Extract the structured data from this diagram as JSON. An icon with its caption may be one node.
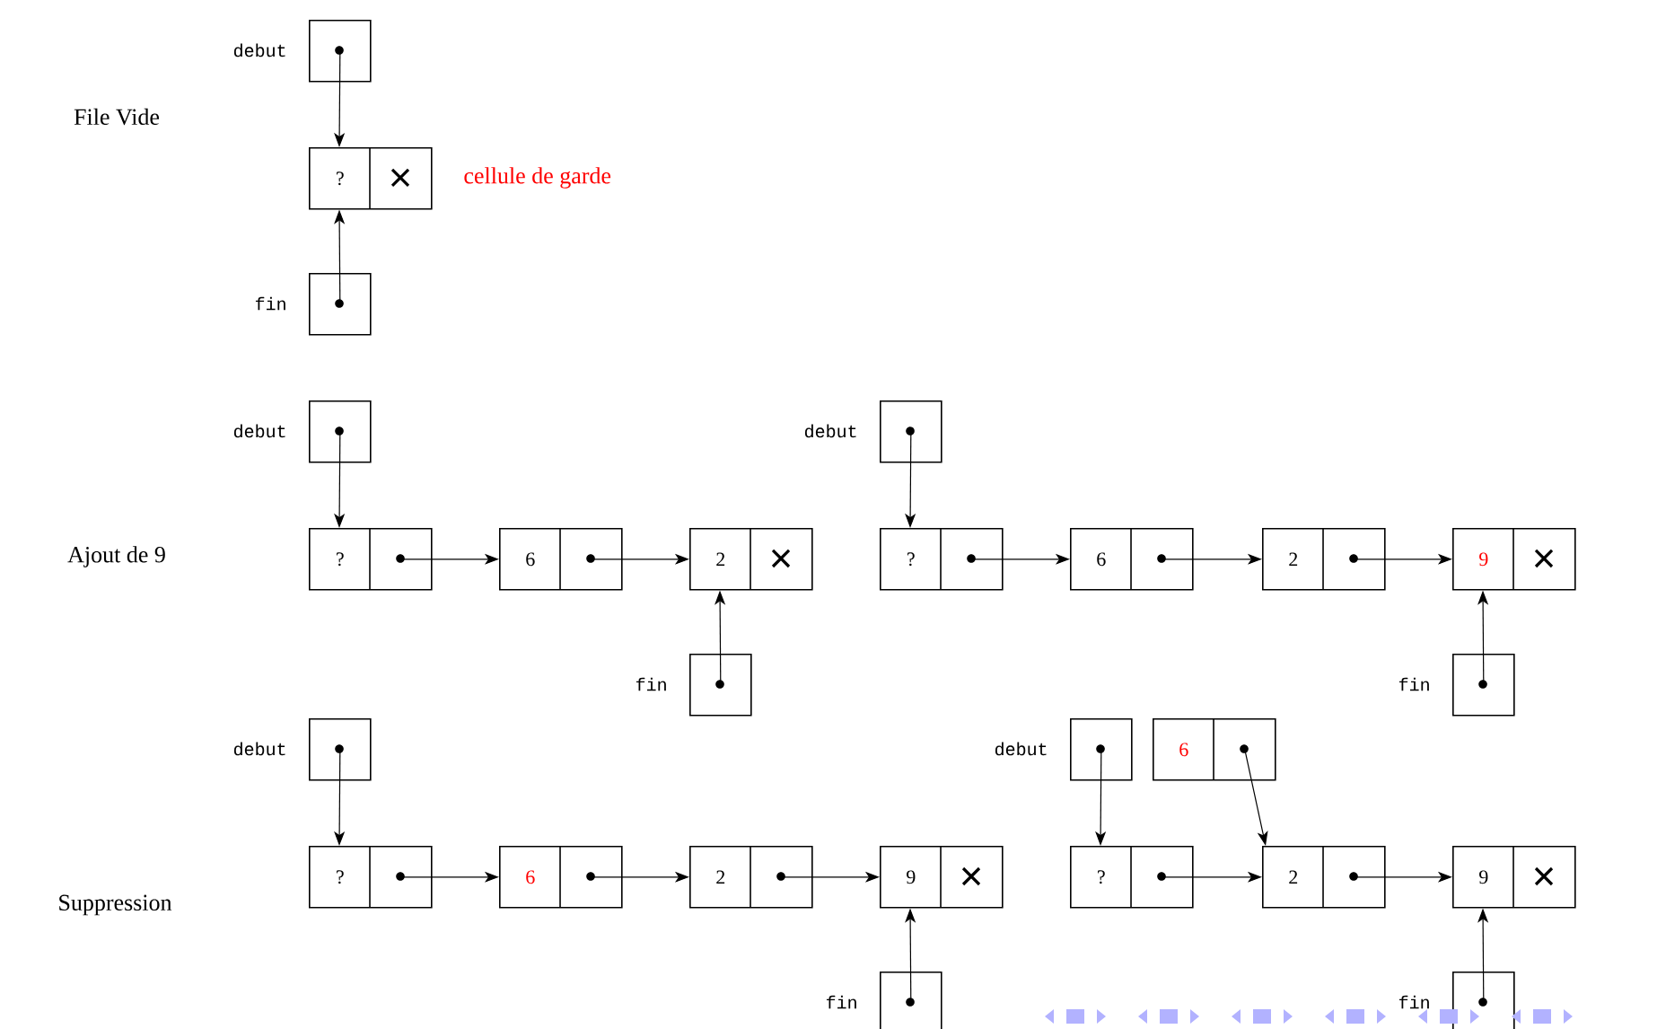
{
  "diagram": {
    "nodes": [
      {
        "text": [],
        "shape": "box",
        "beside": [
          "debut"
        ]
      },
      {
        "text": [
          "?"
        ],
        "beside": [
          "cellule de garde"
        ]
      },
      {
        "text": [],
        "shape": "box",
        "beside": [
          "fin"
        ]
      },
      {
        "text": [],
        "shape": "box",
        "beside": [
          "debut"
        ]
      },
      {
        "text": [
          "?"
        ]
      },
      {
        "text": [
          "6"
        ]
      },
      {
        "text": [
          "2"
        ]
      },
      {
        "text": [],
        "shape": "box",
        "beside": [
          "fin"
        ]
      },
      {
        "text": [],
        "shape": "box",
        "beside": [
          "debut"
        ]
      },
      {
        "text": [
          "?"
        ]
      },
      {
        "text": [
          "6"
        ]
      },
      {
        "text": [
          "2"
        ]
      },
      {
        "text": [
          "9"
        ]
      },
      {
        "text": [],
        "shape": "box",
        "beside": [
          "fin"
        ]
      },
      {
        "text": [],
        "shape": "box",
        "beside": [
          "debut"
        ]
      },
      {
        "text": [
          "?"
        ]
      },
      {
        "text": [
          "6"
        ]
      },
      {
        "text": [
          "2"
        ]
      },
      {
        "text": [
          "9"
        ]
      },
      {
        "text": [],
        "shape": "box",
        "beside": [
          "fin"
        ]
      },
      {
        "text": [],
        "shape": "box",
        "beside": [
          "debut"
        ]
      },
      {
        "text": [
          "6"
        ]
      },
      {
        "text": [
          "?"
        ]
      },
      {
        "text": [
          "2"
        ]
      },
      {
        "text": [
          "9"
        ]
      },
      {
        "text": [],
        "shape": "box",
        "beside": [
          "fin"
        ]
      }
    ],
    "edges": [
      {
        "from": 0,
        "to": 1,
        "arrow": "to"
      },
      {
        "from": 2,
        "to": 1,
        "arrow": "to"
      },
      {
        "from": 3,
        "to": 4,
        "arrow": "to"
      },
      {
        "from": 4,
        "to": 5,
        "arrow": "to"
      },
      {
        "from": 5,
        "to": 6,
        "arrow": "to"
      },
      {
        "from": 7,
        "to": 6,
        "arrow": "to"
      },
      {
        "from": 8,
        "to": 9,
        "arrow": "to"
      },
      {
        "from": 9,
        "to": 10,
        "arrow": "to"
      },
      {
        "from": 10,
        "to": 11,
        "arrow": "to"
      },
      {
        "from": 11,
        "to": 12,
        "arrow": "to"
      },
      {
        "from": 13,
        "to": 12,
        "arrow": "to"
      },
      {
        "from": 14,
        "to": 15,
        "arrow": "to"
      },
      {
        "from": 15,
        "to": 16,
        "arrow": "to"
      },
      {
        "from": 16,
        "to": 17,
        "arrow": "to"
      },
      {
        "from": 17,
        "to": 18,
        "arrow": "to"
      },
      {
        "from": 19,
        "to": 18,
        "arrow": "to"
      },
      {
        "from": 20,
        "to": 22,
        "arrow": "to"
      },
      {
        "from": 21,
        "to": 23,
        "arrow": "to"
      },
      {
        "from": 22,
        "to": 23,
        "arrow": "to"
      },
      {
        "from": 23,
        "to": 24,
        "arrow": "to"
      },
      {
        "from": 25,
        "to": 24,
        "arrow": "to"
      }
    ],
    "labels": [
      "File Vide",
      "Ajout de 9",
      "Suppression"
    ]
  }
}
